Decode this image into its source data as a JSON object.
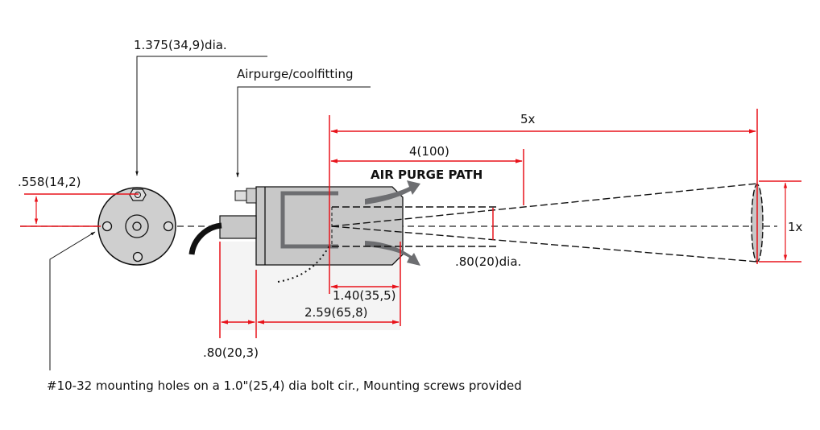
{
  "labels": {
    "outer_diameter": "1.375(34,9)dia.",
    "air_fitting": "Airpurge/coolfitting",
    "offset": ".558(14,2)",
    "distance_ratio": "5x",
    "focus_distance": "4(100)",
    "air_purge_path": "AIR PURGE PATH",
    "spot_diameter": ".80(20)dia.",
    "spot_ratio": "1x",
    "front_length": "1.40(35,5)",
    "body_length": "2.59(65,8)",
    "rear_length": ".80(20,3)",
    "mounting_note": "#10-32 mounting holes on a 1.0\"(25,4) dia bolt cir., Mounting screws provided"
  },
  "colors": {
    "dimension": "#e8131b",
    "body": "#c8c8c8",
    "arrow": "#6d6e71"
  }
}
